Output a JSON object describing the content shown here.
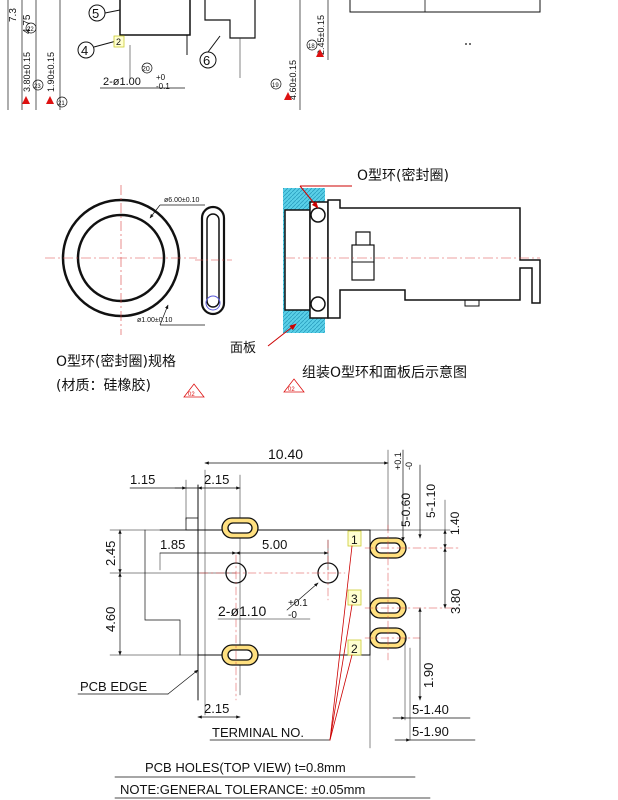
{
  "top_view": {
    "callouts": [
      "5",
      "4",
      "6",
      "2"
    ],
    "dim_labels": {
      "d_7_3": "7.3",
      "d_4_75": "4.75",
      "d_3_80": "3.80±0.15",
      "d_1_90": "1.90±0.15",
      "d_2_45": "2.45±0.15",
      "d_4_60": "4.60±0.15",
      "hole": "2-ø1.00",
      "hole_tol_plus": "+0",
      "hole_tol_minus": "-0.1"
    },
    "circled_numbers": [
      "22",
      "23",
      "21",
      "20",
      "18",
      "19"
    ]
  },
  "oring": {
    "od_label": "ø6.00±0.10",
    "wire_label": "ø1.00±0.10",
    "title_line1": "O型环(密封圈)规格",
    "title_line2": "(材质：硅橡胶)",
    "panel_label": "面板",
    "callout_label": "O型环(密封圈)",
    "assembly_caption": "组装O型环和面板后示意图",
    "rev_mark": "02"
  },
  "pcb": {
    "dims": {
      "top_width": "10.40",
      "left_off": "1.15",
      "gap": "2.15",
      "d1_85": "1.85",
      "d5_00": "5.00",
      "d2_45": "2.45",
      "d4_60": "4.60",
      "slot": "5-0.60",
      "slot_plus": "+0.1",
      "slot_minus": "-0",
      "d5_1_10": "5-1.10",
      "d1_40": "1.40",
      "d3_80": "3.80",
      "d1_90": "1.90",
      "hole": "2-ø1.10",
      "hole_plus": "+0.1",
      "hole_minus": "-0",
      "bottom_gap": "2.15",
      "d5_1_40": "5-1.40",
      "d5_1_90": "5-1.90"
    },
    "terminal_numbers": [
      "1",
      "3",
      "2"
    ],
    "pcb_edge_label": "PCB EDGE",
    "terminal_label": "TERMINAL NO.",
    "caption": "PCB HOLES(TOP VIEW) t=0.8mm",
    "note": "NOTE:GENERAL TOLERANCE: ±0.05mm"
  }
}
